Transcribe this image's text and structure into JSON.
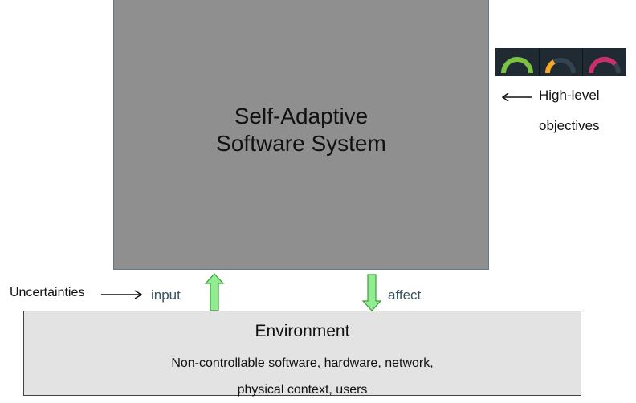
{
  "system": {
    "title_line1": "Self-Adaptive",
    "title_line2": "Software System",
    "fill_color": "#8f8f8f"
  },
  "objectives": {
    "label_line1": "High-level",
    "label_line2": "objectives",
    "gauges": [
      {
        "icon": "green-gauge-icon",
        "color": "#7cc242",
        "level": 1.0
      },
      {
        "icon": "orange-gauge-icon",
        "color": "#f5a623",
        "level": 0.4
      },
      {
        "icon": "pink-gauge-icon",
        "color": "#c8306a",
        "level": 0.75
      }
    ]
  },
  "environment": {
    "title": "Environment",
    "desc_line1": "Non-controllable software, hardware, network,",
    "desc_line2": "physical context, users",
    "fill_color": "#e3e3e3"
  },
  "flows": {
    "uncertainties": "Uncertainties",
    "input": "input",
    "affect": "affect",
    "arrow_color": "#90ee90"
  }
}
